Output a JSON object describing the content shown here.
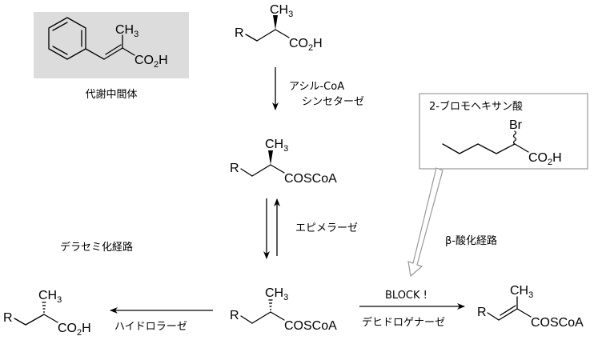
{
  "intermediate": {
    "caption": "代謝中間体",
    "ch3": "CH",
    "ch3_sub": "3",
    "co2h_a": "CO",
    "co2h_sub": "2",
    "co2h_b": "H",
    "box_color": "#dcdcdc"
  },
  "start_acid": {
    "r": "R",
    "ch3": "CH",
    "ch3_sub": "3",
    "co2h_a": "CO",
    "co2h_sub": "2",
    "co2h_b": "H"
  },
  "step1": {
    "label_line1": "アシル-CoA",
    "label_line2": "シンセターゼ"
  },
  "r_coa": {
    "r": "R",
    "ch3": "CH",
    "ch3_sub": "3",
    "cosCoA": "COSCoA"
  },
  "step2": {
    "label": "エピメラーゼ"
  },
  "s_coa": {
    "r": "R",
    "ch3": "CH",
    "ch3_sub": "3",
    "cosCoA": "COSCoA"
  },
  "inhibitor": {
    "title": "2-ブロモヘキサン酸",
    "br": "Br",
    "co2h_a": "CO",
    "co2h_sub": "2",
    "co2h_b": "H",
    "box_border": "#999999"
  },
  "beta_label": "β-酸化経路",
  "deracemization_label": "デラセミ化経路",
  "hydrolase": {
    "label": "ハイドロラーゼ"
  },
  "dehydrogenase": {
    "top_label": "BLOCK !",
    "bottom_label": "デヒドロゲナーゼ"
  },
  "s_acid": {
    "r": "R",
    "ch3": "CH",
    "ch3_sub": "3",
    "co2h_a": "CO",
    "co2h_sub": "2",
    "co2h_b": "H"
  },
  "enoyl_coa": {
    "r": "R",
    "ch3": "CH",
    "ch3_sub": "3",
    "cosCoA": "COSCoA"
  }
}
